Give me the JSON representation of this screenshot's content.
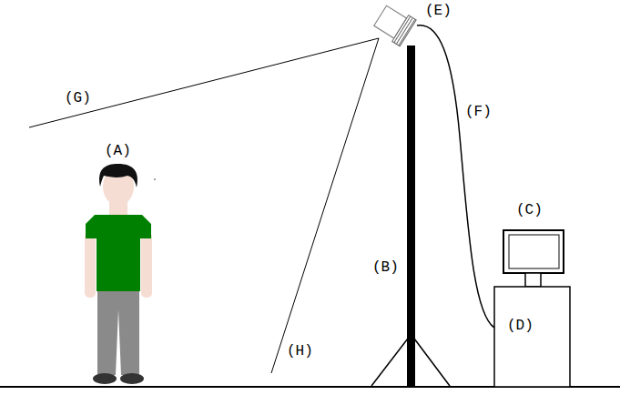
{
  "diagram": {
    "labels": [
      "(E)",
      "(G)",
      "(F)",
      "(A)",
      "(C)",
      "(B)",
      "(D)",
      "(H)"
    ]
  }
}
